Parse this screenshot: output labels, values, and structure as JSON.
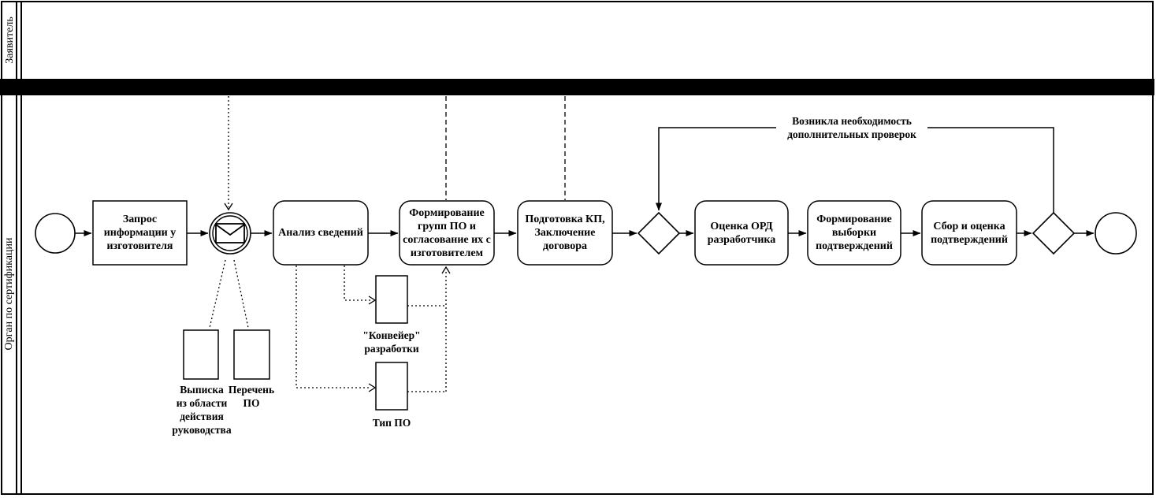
{
  "pool": {
    "lanes": [
      {
        "id": "applicant",
        "label": "Заявитель"
      },
      {
        "id": "certification_body",
        "label": "Орган по сертификации"
      }
    ]
  },
  "nodes": {
    "task_request": "Запрос\nинформации у\nизготовителя",
    "task_analysis": "Анализ сведений",
    "task_grouping": "Формирование\nгрупп ПО и\nсогласование их с\nизготовителем",
    "task_contract": "Подготовка КП,\nЗаключение\nдоговора",
    "task_ord_review": "Оценка ОРД\nразработчика",
    "task_sampling": "Формирование\nвыборки\nподтверждений",
    "task_collect": "Сбор и оценка\nподтверждений"
  },
  "data_objects": {
    "scope_extract": "Выписка\nиз области\nдействия\nруководства",
    "software_list": "Перечень\nПО",
    "dev_pipeline": "\"Конвейер\"\nразработки",
    "software_type": "Тип ПО"
  },
  "annotations": {
    "loop_condition": "Возникла необходимость\nдополнительных проверок"
  },
  "icons": {
    "message_event": "envelope-icon",
    "start_event": "start-circle-icon",
    "end_event": "end-circle-icon",
    "gateway": "diamond-icon"
  },
  "colors": {
    "stroke": "#000000",
    "background": "#ffffff",
    "divider": "#000000"
  }
}
